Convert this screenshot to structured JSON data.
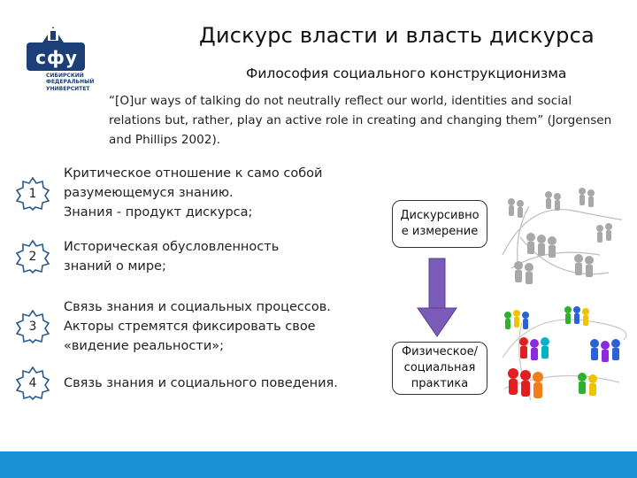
{
  "header": {
    "title": "Дискурс власти и власть дискурса",
    "subtitle": "Философия социального конструкционизма"
  },
  "logo": {
    "wordmark": "сфу",
    "text": "СИБИРСКИЙ\nФЕДЕРАЛЬНЫЙ\nУНИВЕРСИТЕТ",
    "color": "#1c3f77"
  },
  "quote": "“[O]ur ways of talking do not neutrally reflect our world, identities and social relations but, rather, play an active role in creating and changing them” (Jorgensen and Phillips 2002).",
  "points": [
    {
      "number": "1",
      "text": "Критическое отношение к само собой\nразумеющемуся знанию.\nЗнания - продукт дискурса;"
    },
    {
      "number": "2",
      "text": "Историческая обусловленность\nзнаний о мире;"
    },
    {
      "number": "3",
      "text": "Связь знания и социальных процессов.\nАкторы стремятся фиксировать свое\n«видение реальности»;"
    },
    {
      "number": "4",
      "text": "Связь знания и социального поведения."
    }
  ],
  "diagram": {
    "top_box": "Дискурсивно\nе измерение",
    "bottom_box": "Физическое/\nсоциальная\nпрактика",
    "arrow_color": "#7a5bb8",
    "figure_colors": [
      "#e02020",
      "#2a62d8",
      "#2fb02f",
      "#f2c200",
      "#8a2be2",
      "#f07f1a",
      "#00b3c6"
    ]
  },
  "footer": {
    "bar_color": "#1a8fd3"
  }
}
